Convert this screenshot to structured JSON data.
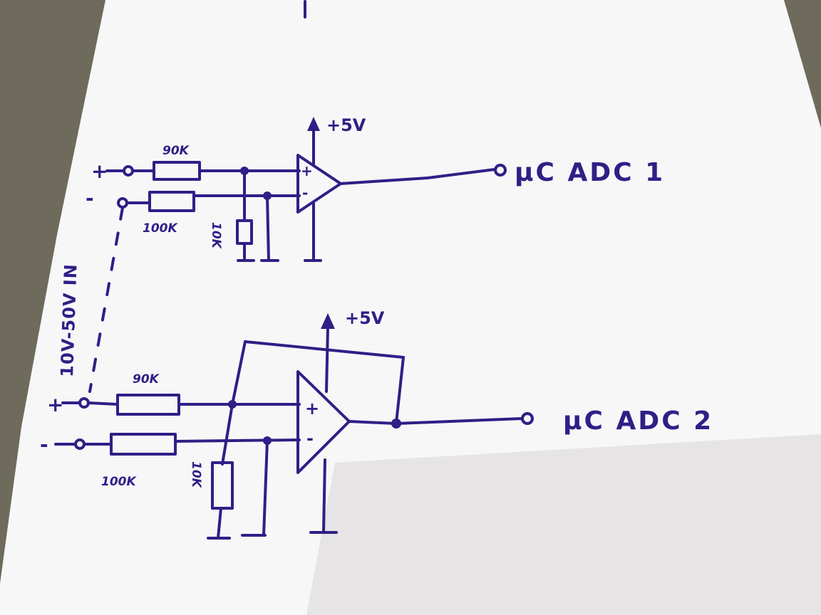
{
  "colors": {
    "ink": "#2f1f86",
    "paper": "#f7f7f8",
    "background": "#6f6b5c"
  },
  "side_label": "10V-50V IN",
  "stage1": {
    "supply": "+5V",
    "r_in_pos": "90K",
    "r_in_neg": "100K",
    "r_to_gnd": "10K",
    "output": "µC ADC 1",
    "in_plus": "+",
    "in_minus": "-",
    "opamp_plus": "+",
    "opamp_minus": "-",
    "label_r_in_pos": "90K",
    "label_r_in_neg": "100K",
    "label_r_gnd": "10K"
  },
  "stage2": {
    "supply": "+5V",
    "r_in_pos": "90K",
    "r_in_neg": "100K",
    "r_to_gnd": "10K",
    "output": "µC ADC 2",
    "in_plus": "+",
    "in_minus": "-",
    "opamp_plus": "+",
    "opamp_minus": "-"
  }
}
